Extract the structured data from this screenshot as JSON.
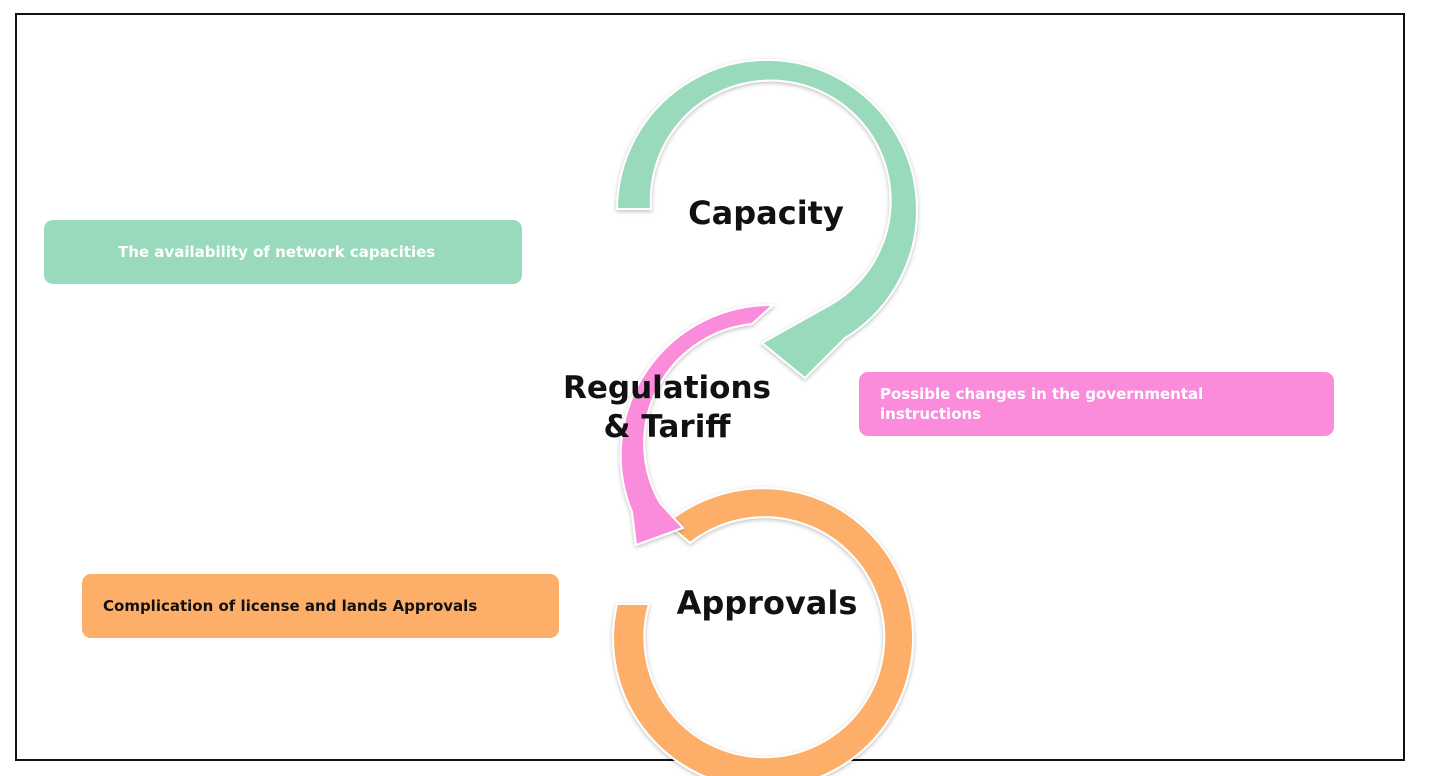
{
  "colors": {
    "capacity": "#98dabb",
    "regulations": "#fb8bdb",
    "approvals": "#fdae69",
    "label_text": "#111111"
  },
  "cycle": [
    {
      "key": "capacity",
      "label_lines": [
        "Capacity"
      ],
      "description": "The availability of network capacities"
    },
    {
      "key": "regulations",
      "label_lines": [
        "Regulations",
        "& Tariff"
      ],
      "description": "Possible changes in the governmental instructions"
    },
    {
      "key": "approvals",
      "label_lines": [
        "Approvals"
      ],
      "description": "Complication of license and lands Approvals"
    }
  ]
}
